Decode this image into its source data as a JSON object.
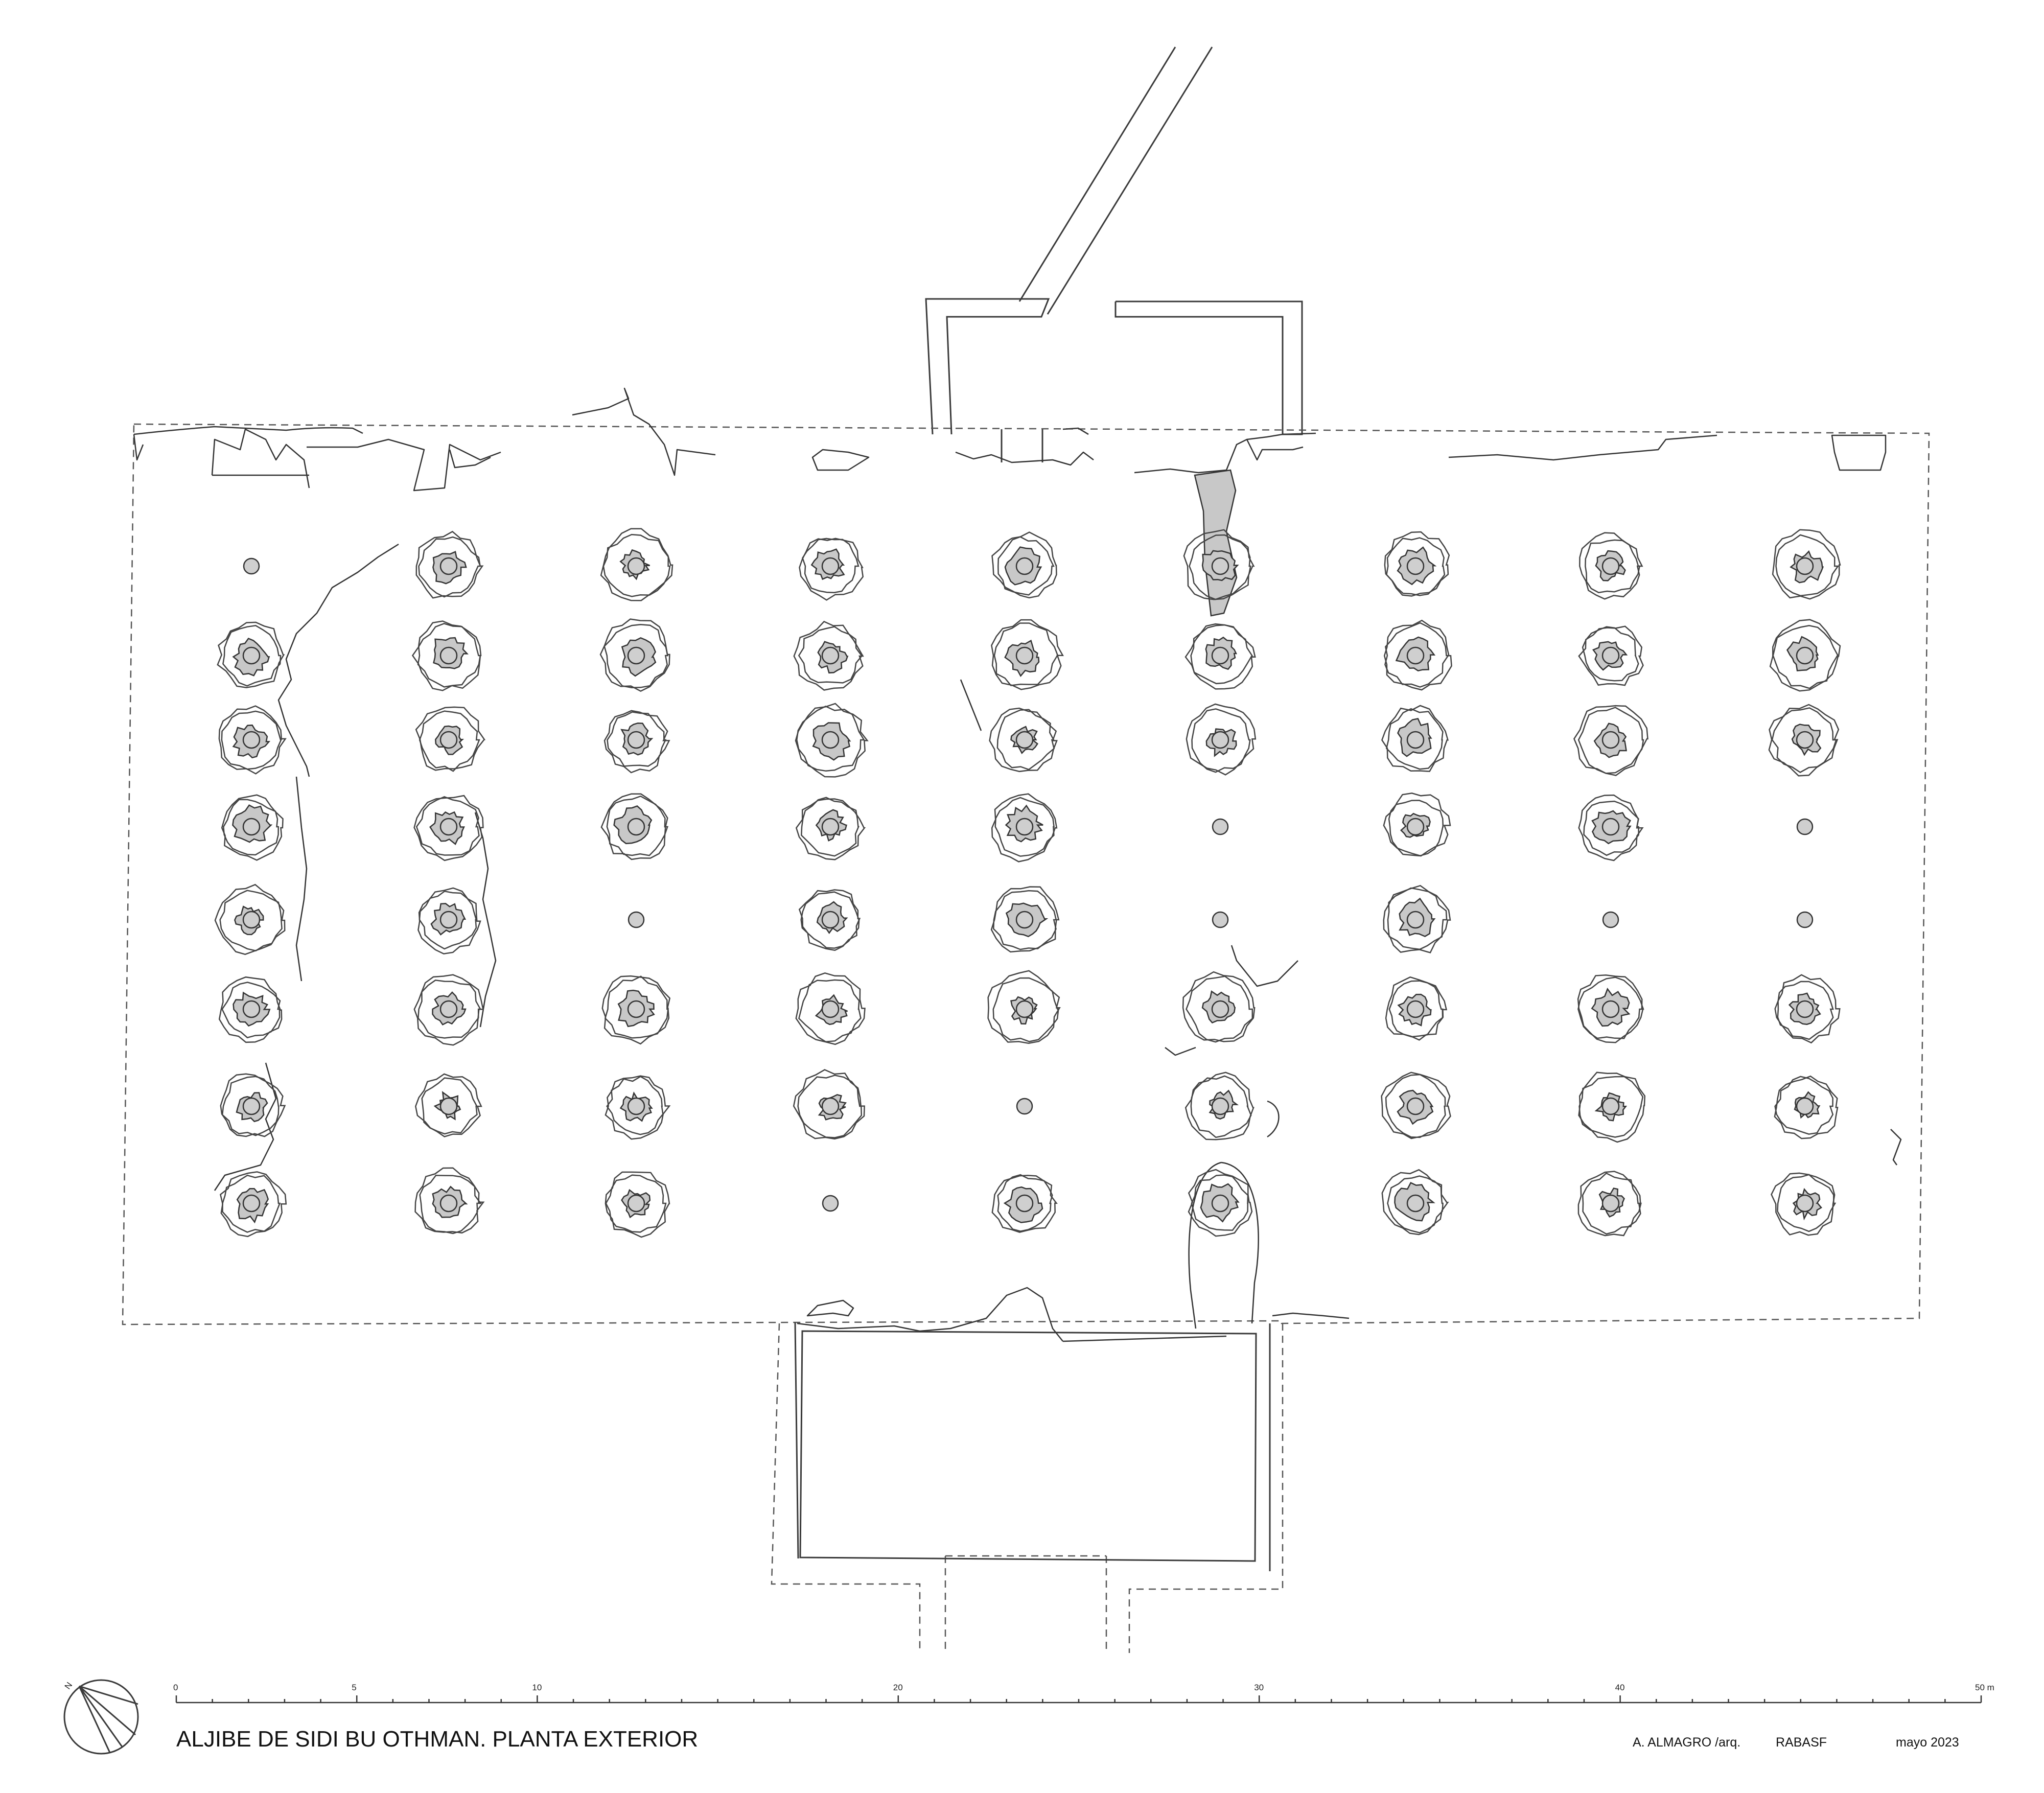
{
  "title": "ALJIBE DE SIDI BU OTHMAN. PLANTA EXTERIOR",
  "credits": {
    "author": "A. ALMAGRO /arq.",
    "institution": "RABASF",
    "date": "mayo 2023"
  },
  "north_label": "N",
  "scale": {
    "unit": "m",
    "ticks": [
      "0",
      "5",
      "10",
      "20",
      "30",
      "40",
      "50 m"
    ],
    "major_values": [
      0,
      5,
      10,
      20,
      30,
      40,
      50
    ],
    "max": 50
  },
  "pillar_grid": {
    "columns": 9,
    "rows": 8
  },
  "colors": {
    "line": "#3a3a3a",
    "fill": "#cfcfcf",
    "background": "#ffffff"
  }
}
